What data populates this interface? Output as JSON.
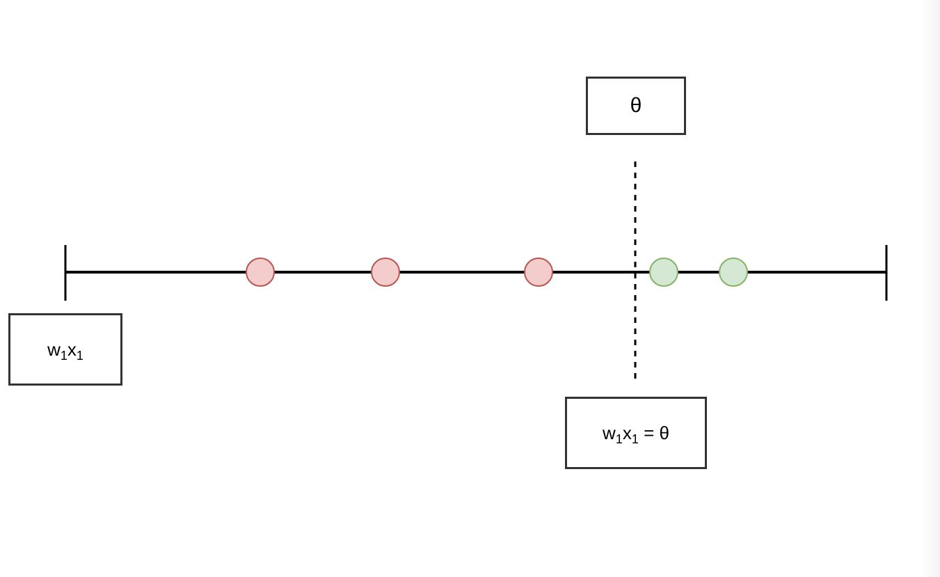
{
  "diagram": {
    "labels": {
      "theta": "θ",
      "axis_w": "w",
      "axis_w_sub": "1",
      "axis_x": "x",
      "axis_x_sub": "1",
      "boundary_w": "w",
      "boundary_w_sub": "1",
      "boundary_x": "x",
      "boundary_x_sub": "1",
      "boundary_rest": " = θ"
    },
    "points": [
      {
        "class": "negative"
      },
      {
        "class": "negative"
      },
      {
        "class": "negative"
      },
      {
        "class": "positive"
      },
      {
        "class": "positive"
      }
    ],
    "colors": {
      "negative_fill": "#f4cccc",
      "negative_stroke": "#b85450",
      "positive_fill": "#d5e8d4",
      "positive_stroke": "#82b366",
      "line": "#000000",
      "box_border": "#333333"
    }
  }
}
